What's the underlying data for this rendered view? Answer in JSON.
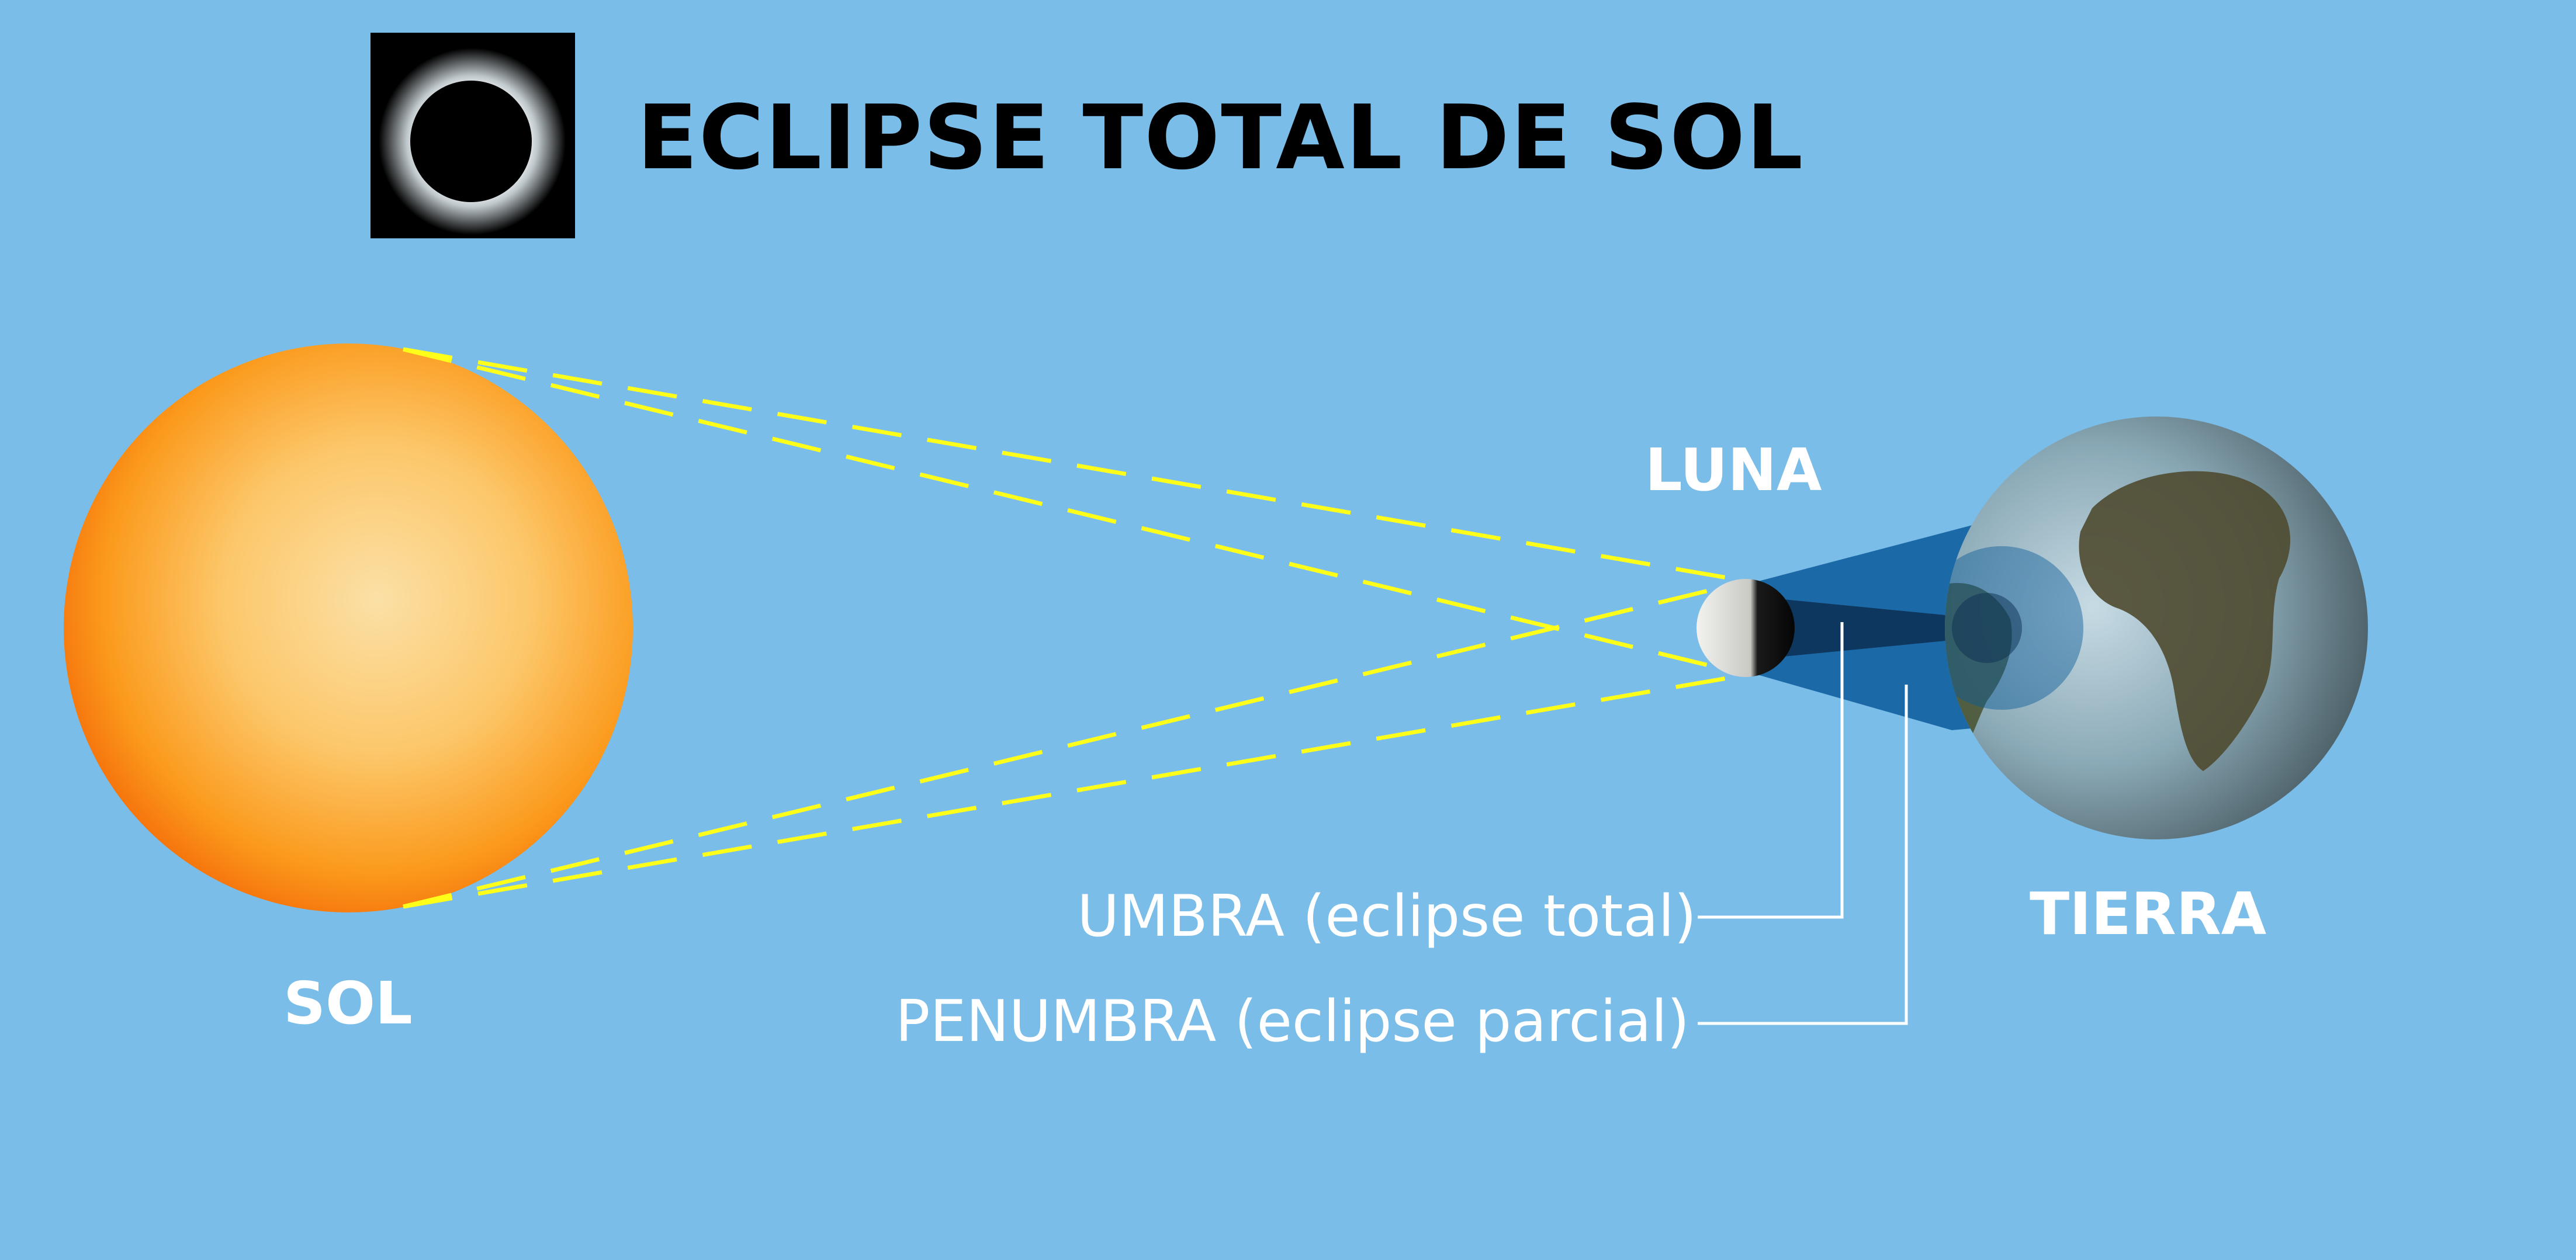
{
  "title": "ECLIPSE TOTAL DE SOL",
  "bodies": {
    "sun": "SOL",
    "moon": "LUNA",
    "earth": "TIERRA"
  },
  "callouts": {
    "umbra": "UMBRA (eclipse total)",
    "penumbra": "PENUMBRA (eclipse parcial)"
  },
  "colors": {
    "background": "#7bbde9",
    "ray_lines": "#ffff1a",
    "shadow_cone": "#0a5a9a",
    "labels": "#ffffff",
    "title": "#000000"
  }
}
